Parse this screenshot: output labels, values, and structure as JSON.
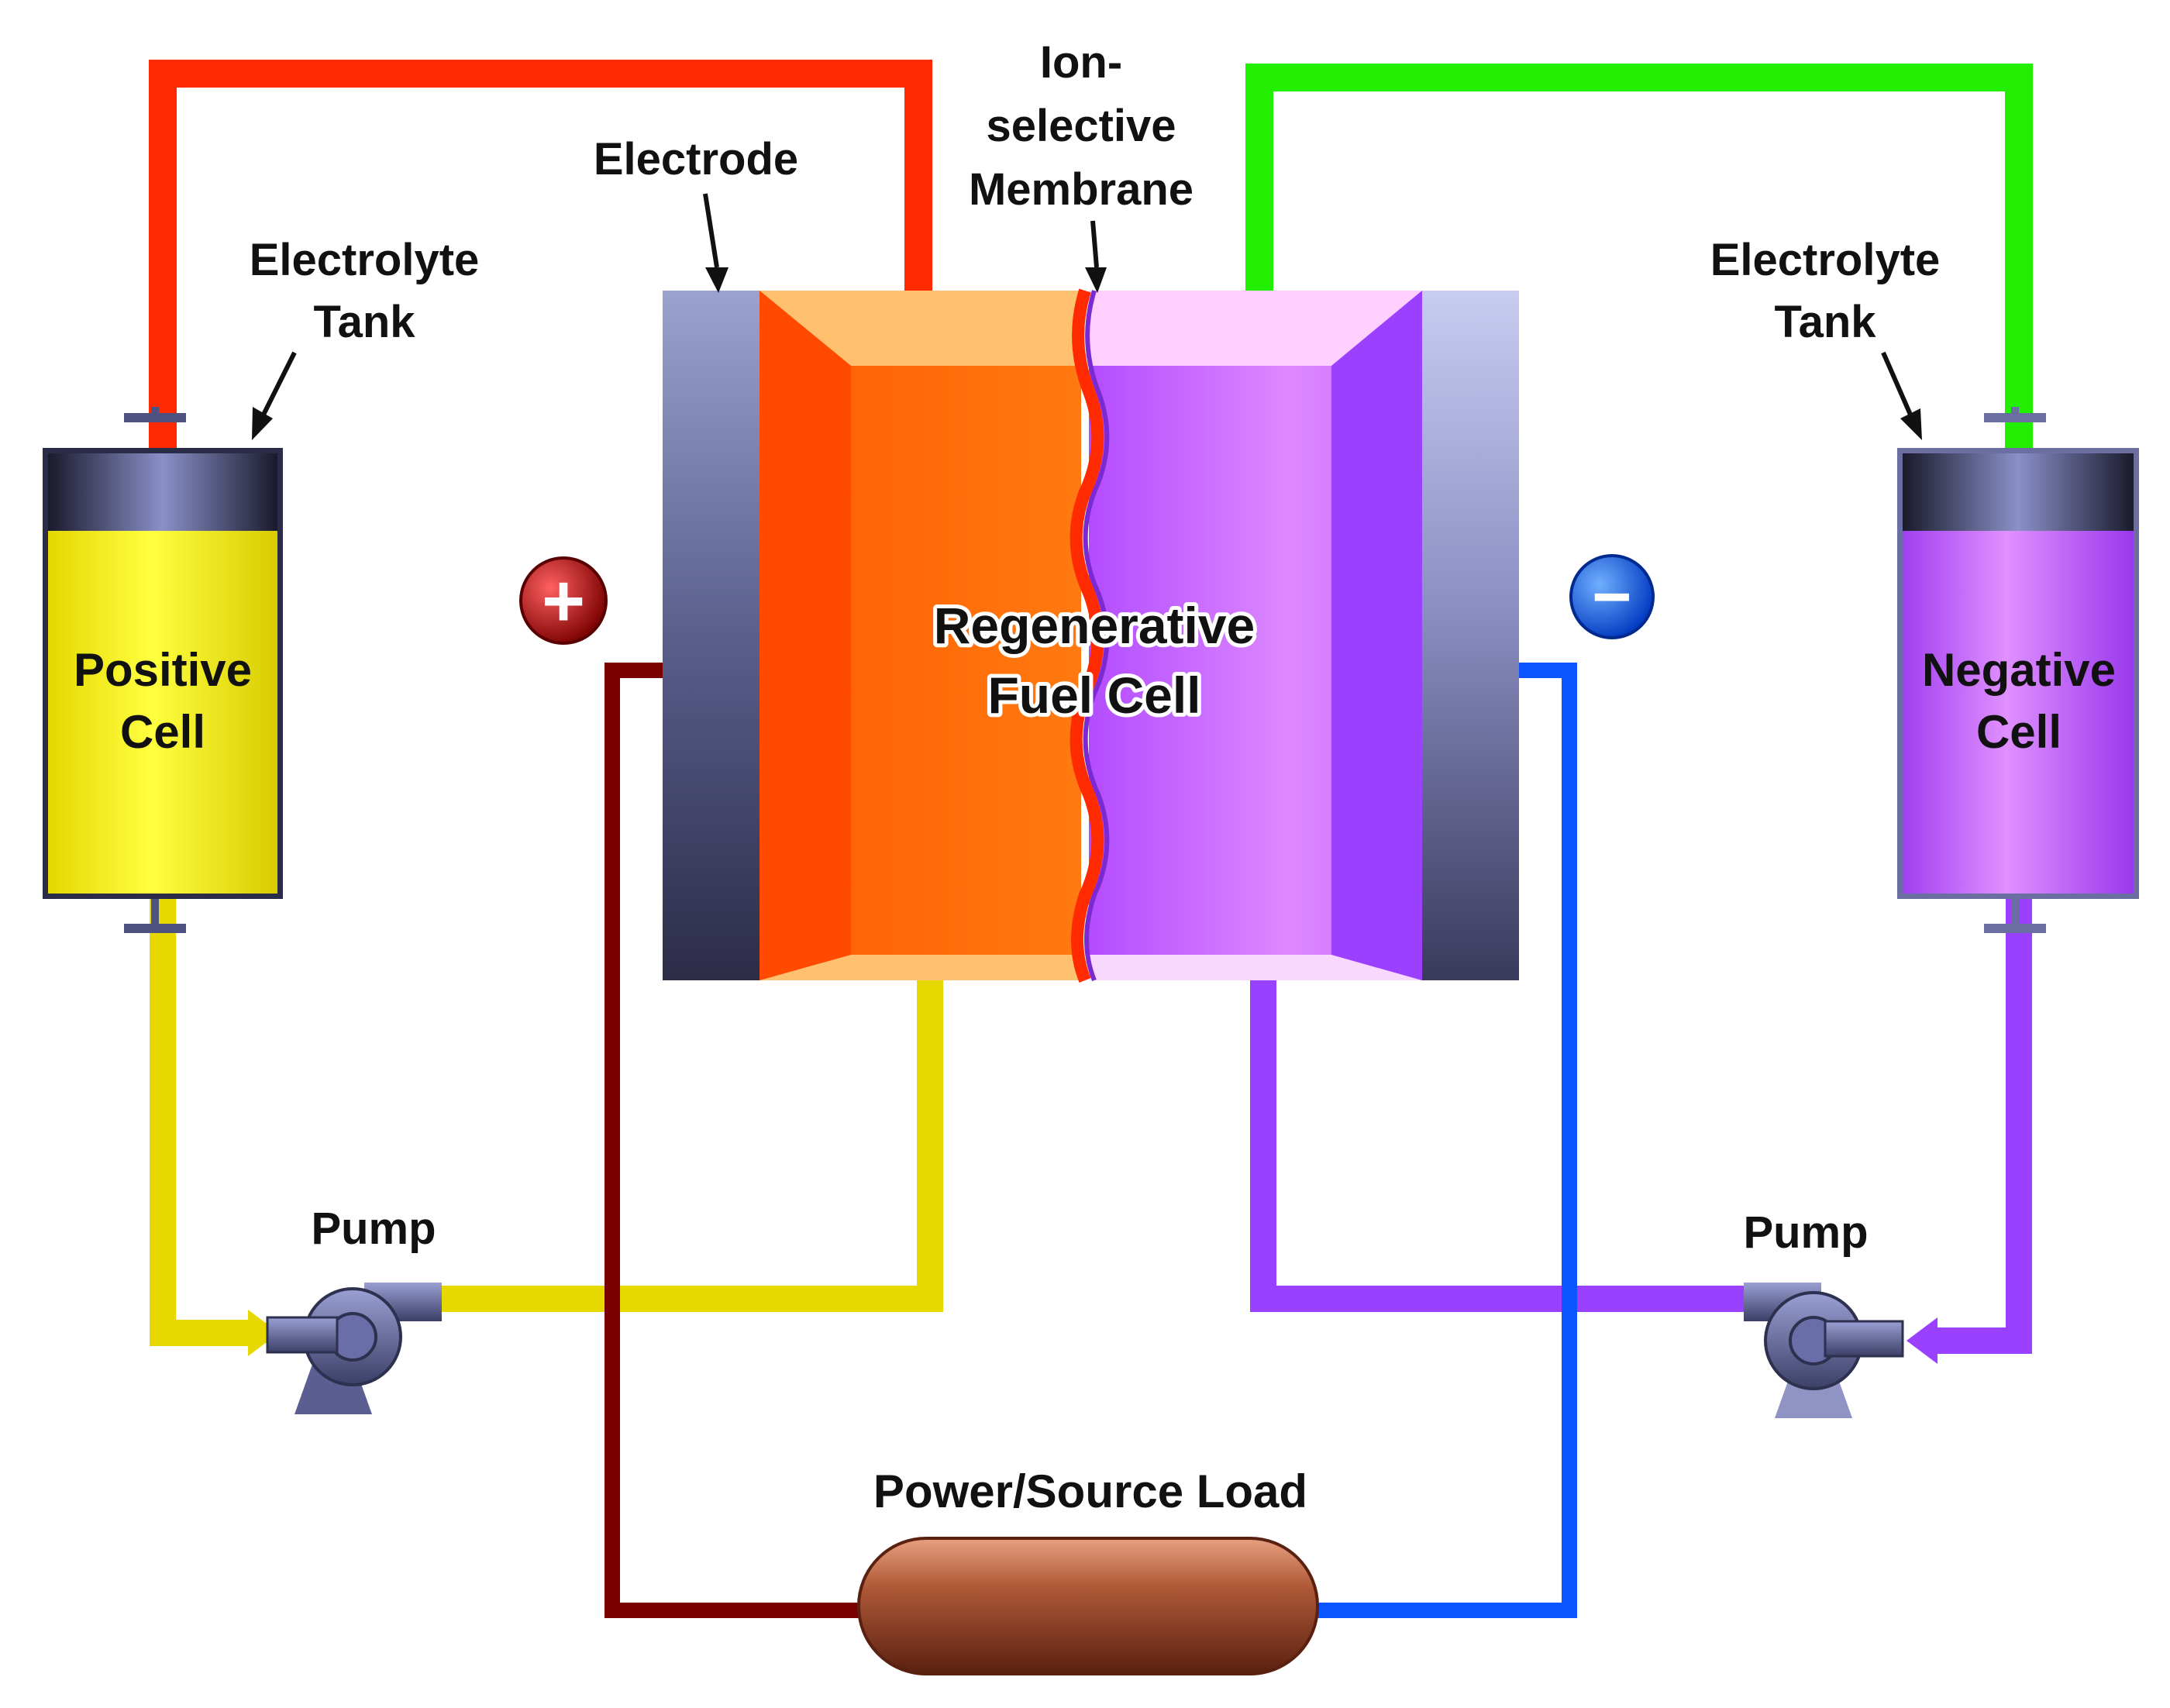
{
  "labels": {
    "ion_membrane_line1": "Ion-",
    "ion_membrane_line2": "selective",
    "ion_membrane_line3": "Membrane",
    "electrode": "Electrode",
    "left_tank_line1": "Electrolyte",
    "left_tank_line2": "Tank",
    "right_tank_line1": "Electrolyte",
    "right_tank_line2": "Tank",
    "positive_cell_line1": "Positive",
    "positive_cell_line2": "Cell",
    "negative_cell_line1": "Negative",
    "negative_cell_line2": "Cell",
    "fuel_cell_line1": "Regenerative",
    "fuel_cell_line2": "Fuel Cell",
    "left_pump": "Pump",
    "right_pump": "Pump",
    "load": "Power/Source Load"
  },
  "terminals": {
    "positive_symbol": "+",
    "negative_symbol": "−"
  },
  "colors": {
    "positive_return_pipe": "#ff2a00",
    "negative_return_pipe": "#22ee00",
    "positive_feed_pipe": "#e6d800",
    "negative_feed_pipe": "#9a40ff",
    "positive_wire": "#7a0000",
    "negative_wire": "#0a55ff",
    "positive_electrolyte": "#f4f000",
    "negative_electrolyte": "#b04cff",
    "positive_half_cell": "#ff6a00",
    "negative_half_cell": "#c060ff",
    "electrode": "#5a5f8c",
    "pump": "#4e5280",
    "load": "#a04a30",
    "positive_terminal": "#9a0000",
    "negative_terminal": "#0a5cff"
  }
}
